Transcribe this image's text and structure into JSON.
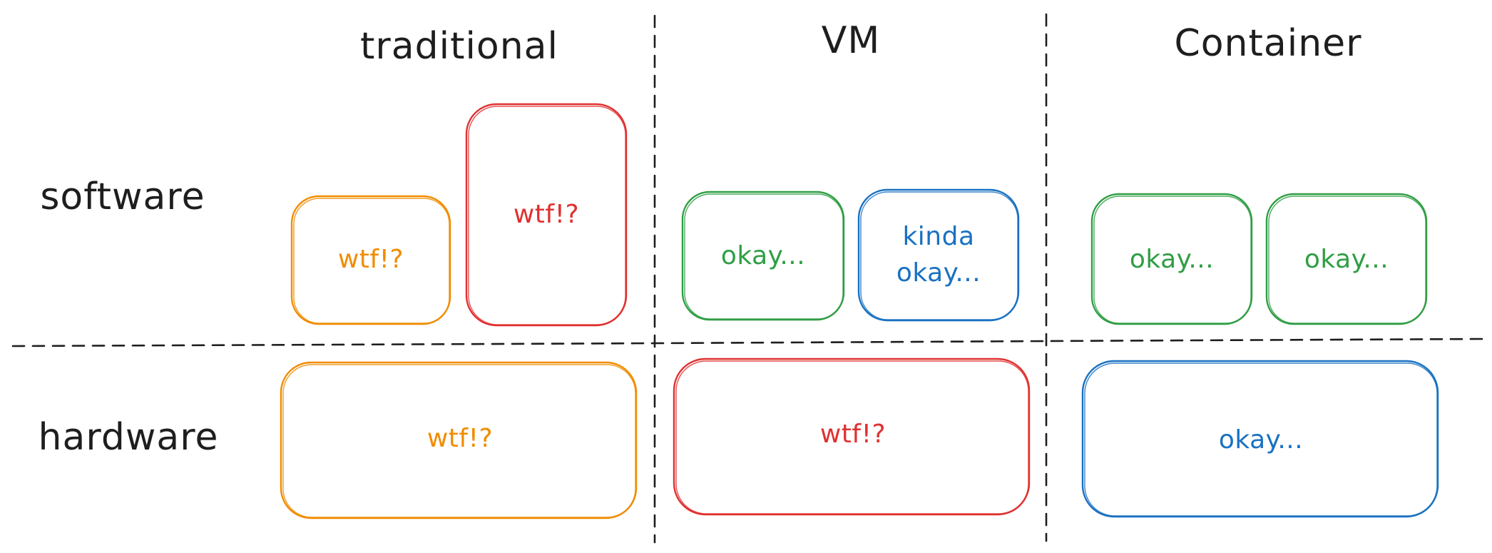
{
  "columns": {
    "traditional": "traditional",
    "vm": "VM",
    "container": "Container"
  },
  "rows": {
    "software": "software",
    "hardware": "hardware"
  },
  "colors": {
    "orange": "#f08c00",
    "red": "#e03131",
    "green": "#2f9e44",
    "blue": "#1971c2",
    "ink": "#1e1e1e"
  },
  "boxes": {
    "traditional_sw_a": {
      "label": "wtf!?",
      "color": "orange"
    },
    "traditional_sw_b": {
      "label": "wtf!?",
      "color": "red"
    },
    "traditional_hw": {
      "label": "wtf!?",
      "color": "orange"
    },
    "vm_sw_a": {
      "label": "okay...",
      "color": "green"
    },
    "vm_sw_b": {
      "line1": "kinda",
      "line2": "okay...",
      "color": "blue"
    },
    "vm_hw": {
      "label": "wtf!?",
      "color": "red"
    },
    "container_sw_a": {
      "label": "okay...",
      "color": "green"
    },
    "container_sw_b": {
      "label": "okay...",
      "color": "green"
    },
    "container_hw": {
      "label": "okay...",
      "color": "blue"
    }
  }
}
